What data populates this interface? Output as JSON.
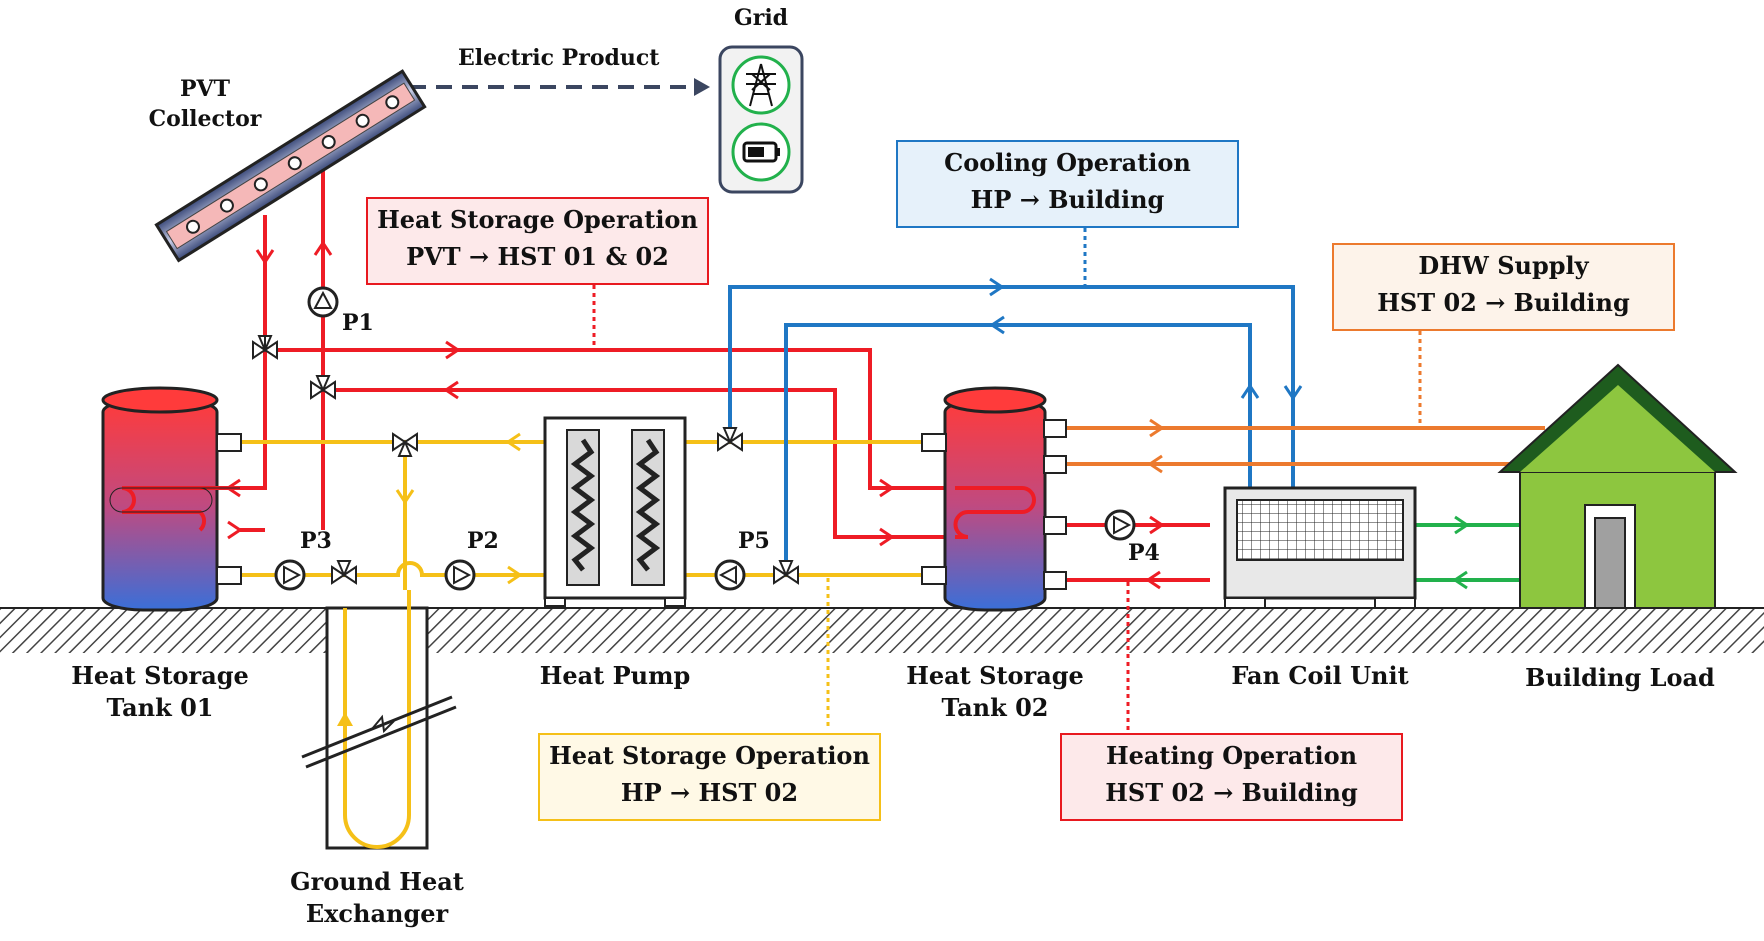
{
  "labels": {
    "grid": "Grid",
    "electric_product": "Electric Product",
    "pvt_line1": "PVT",
    "pvt_line2": "Collector",
    "hst01_line1": "Heat Storage",
    "hst01_line2": "Tank 01",
    "heat_pump": "Heat Pump",
    "hst02_line1": "Heat Storage",
    "hst02_line2": "Tank 02",
    "fan_coil": "Fan Coil Unit",
    "building": "Building Load",
    "ghe_line1": "Ground Heat",
    "ghe_line2": "Exchanger"
  },
  "pumps": {
    "p1": "P1",
    "p2": "P2",
    "p3": "P3",
    "p4": "P4",
    "p5": "P5"
  },
  "operations": {
    "heat_storage_pvt": {
      "title": "Heat Storage Operation",
      "flow": "PVT → HST 01 & 02",
      "color": "#e8191f",
      "bg": "#fde9ea"
    },
    "cooling": {
      "title": "Cooling Operation",
      "flow": "HP → Building",
      "color": "#1f77c4",
      "bg": "#e6f1fa"
    },
    "dhw": {
      "title": "DHW Supply",
      "flow": "HST 02 → Building",
      "color": "#ec7a2e",
      "bg": "#fdf3ea"
    },
    "heat_storage_hp": {
      "title": "Heat Storage Operation",
      "flow": "HP → HST 02",
      "color": "#f5c018",
      "bg": "#fff9e6"
    },
    "heating": {
      "title": "Heating Operation",
      "flow": "HST 02 → Building",
      "color": "#e8191f",
      "bg": "#fde9ea"
    }
  },
  "colors": {
    "hot": "#ee1c25",
    "ground": "#f5c018",
    "cool": "#1f77c4",
    "dhw": "#ec7a2e",
    "air": "#22b14c"
  }
}
